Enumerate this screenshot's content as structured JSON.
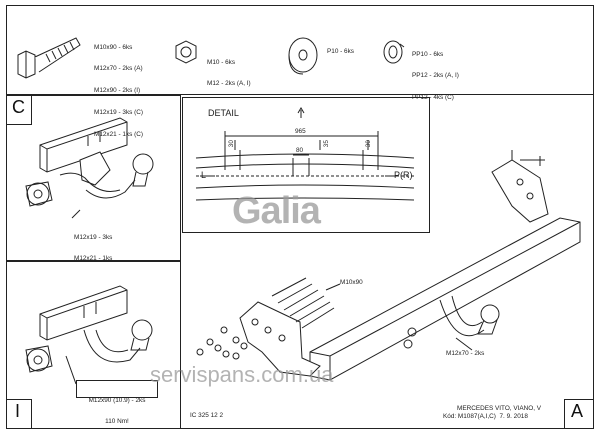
{
  "hardware": {
    "bolts": [
      "M10x90 - 6ks",
      "M12x70 - 2ks (A)",
      "M12x90 - 2ks (I)",
      "M12x19 - 3ks (C)",
      "M12x21 - 1ks (C)"
    ],
    "nuts": [
      "M10 - 6ks",
      "M12 - 2ks (A, I)"
    ],
    "washer": [
      "P10 - 6ks"
    ],
    "spring_washers": [
      "PP10 - 6ks",
      "PP12 - 2ks (A, I)",
      "PP12 - 4ks (C)"
    ]
  },
  "panel_c": {
    "letter": "C",
    "callouts": [
      "M12x19 - 3ks",
      "M12x21 - 1ks"
    ]
  },
  "panel_i": {
    "letter": "I",
    "callouts": [
      "M12x90 (10.9) - 2ks",
      "110 Nm!"
    ]
  },
  "detail": {
    "title": "DETAIL",
    "dim_overall": "965",
    "dim_center": "80",
    "dim_left": "30",
    "dim_mid": "35",
    "dim_right": "30",
    "left_label": "L",
    "right_label": "P(R)"
  },
  "main": {
    "callout_bolts": "M10x90",
    "callout_ball": "M12x70 - 2ks",
    "letter": "A"
  },
  "footer": {
    "code": "IC 325 12 2",
    "vehicle": "MERCEDES VITO, VIANO, V",
    "kod": "Kód: M1087(A,I,C)  7. 9. 2018"
  },
  "watermark": {
    "brand": "Galia",
    "site": "servispans.com.ua"
  }
}
